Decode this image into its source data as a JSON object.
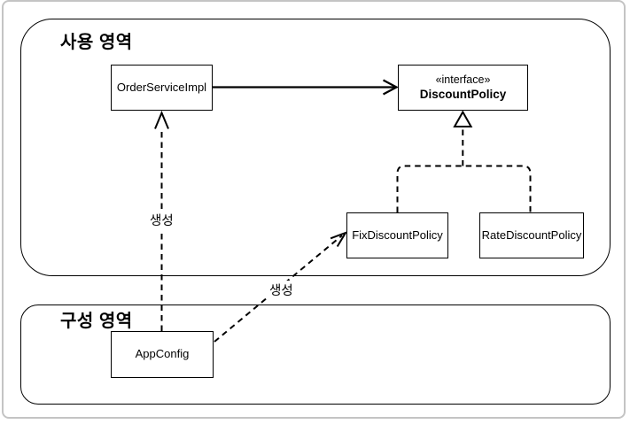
{
  "diagram": {
    "areas": [
      {
        "id": "usage-area",
        "label": "사용 영역"
      },
      {
        "id": "config-area",
        "label": "구성 영역"
      }
    ],
    "nodes": [
      {
        "id": "order-service-impl",
        "name": "OrderServiceImpl"
      },
      {
        "id": "discount-policy",
        "stereotype": "«interface»",
        "name": "DiscountPolicy"
      },
      {
        "id": "fix-discount-policy",
        "name": "FixDiscountPolicy"
      },
      {
        "id": "rate-discount-policy",
        "name": "RateDiscountPolicy"
      },
      {
        "id": "app-config",
        "name": "AppConfig"
      }
    ],
    "edges": [
      {
        "from": "OrderServiceImpl",
        "to": "DiscountPolicy",
        "type": "association-solid-open-arrow"
      },
      {
        "from": "FixDiscountPolicy",
        "to": "DiscountPolicy",
        "type": "realization-dashed-hollow-triangle"
      },
      {
        "from": "RateDiscountPolicy",
        "to": "DiscountPolicy",
        "type": "realization-dashed-hollow-triangle"
      },
      {
        "from": "AppConfig",
        "to": "OrderServiceImpl",
        "type": "dependency-dashed-open-arrow",
        "label": "생성"
      },
      {
        "from": "AppConfig",
        "to": "FixDiscountPolicy",
        "type": "dependency-dashed-open-arrow",
        "label": "생성"
      }
    ],
    "colors": {
      "line": "#000000",
      "node_fill": "#ffffff",
      "background": "#ffffff",
      "outer_frame_border": "#c4c4c4"
    }
  }
}
